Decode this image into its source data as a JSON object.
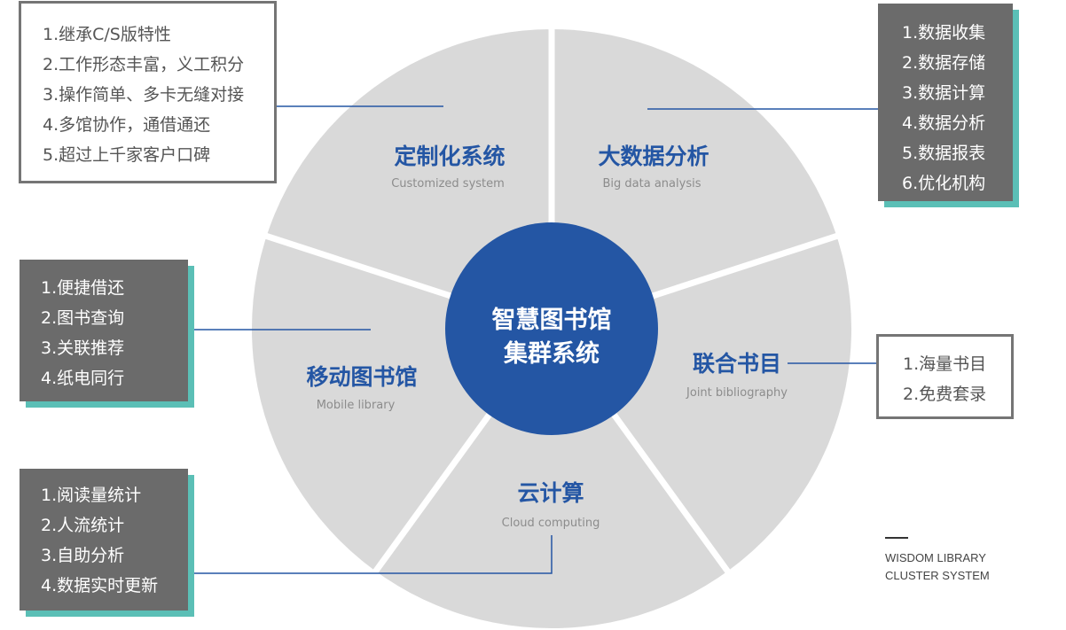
{
  "center": {
    "line1": "智慧图书馆",
    "line2": "集群系统"
  },
  "segments": {
    "customized": {
      "title": "定制化系统",
      "subtitle": "Customized system"
    },
    "bigdata": {
      "title": "大数据分析",
      "subtitle": "Big data analysis"
    },
    "joint": {
      "title": "联合书目",
      "subtitle": "Joint bibliography"
    },
    "cloud": {
      "title": "云计算",
      "subtitle": "Cloud computing"
    },
    "mobile": {
      "title": "移动图书馆",
      "subtitle": "Mobile library"
    }
  },
  "boxes": {
    "customized": [
      "1.继承C/S版特性",
      "2.工作形态丰富，义工积分",
      "3.操作简单、多卡无缝对接",
      "4.多馆协作，通借通还",
      "5.超过上千家客户口碑"
    ],
    "bigdata": [
      "1.数据收集",
      "2.数据存储",
      "3.数据计算",
      "4.数据分析",
      "5.数据报表",
      "6.优化机构"
    ],
    "mobile": [
      "1.便捷借还",
      "2.图书查询",
      "3.关联推荐",
      "4.纸电同行"
    ],
    "joint": [
      "1.海量书目",
      "2.免费套录"
    ],
    "cloud": [
      "1.阅读量统计",
      "2.人流统计",
      "3.自助分析",
      "4.数据实时更新"
    ]
  },
  "corner_label": {
    "line1": "WISDOM LIBRARY",
    "line2": "CLUSTER SYSTEM"
  },
  "colors": {
    "segment_fill": "#d9d9d9",
    "center_fill": "#2456a4",
    "title_blue": "#2456a4",
    "connector": "#2456a4",
    "box_fill": "#6b6b6b",
    "box_shadow": "#5bbfb6",
    "box_border": "#757575"
  }
}
